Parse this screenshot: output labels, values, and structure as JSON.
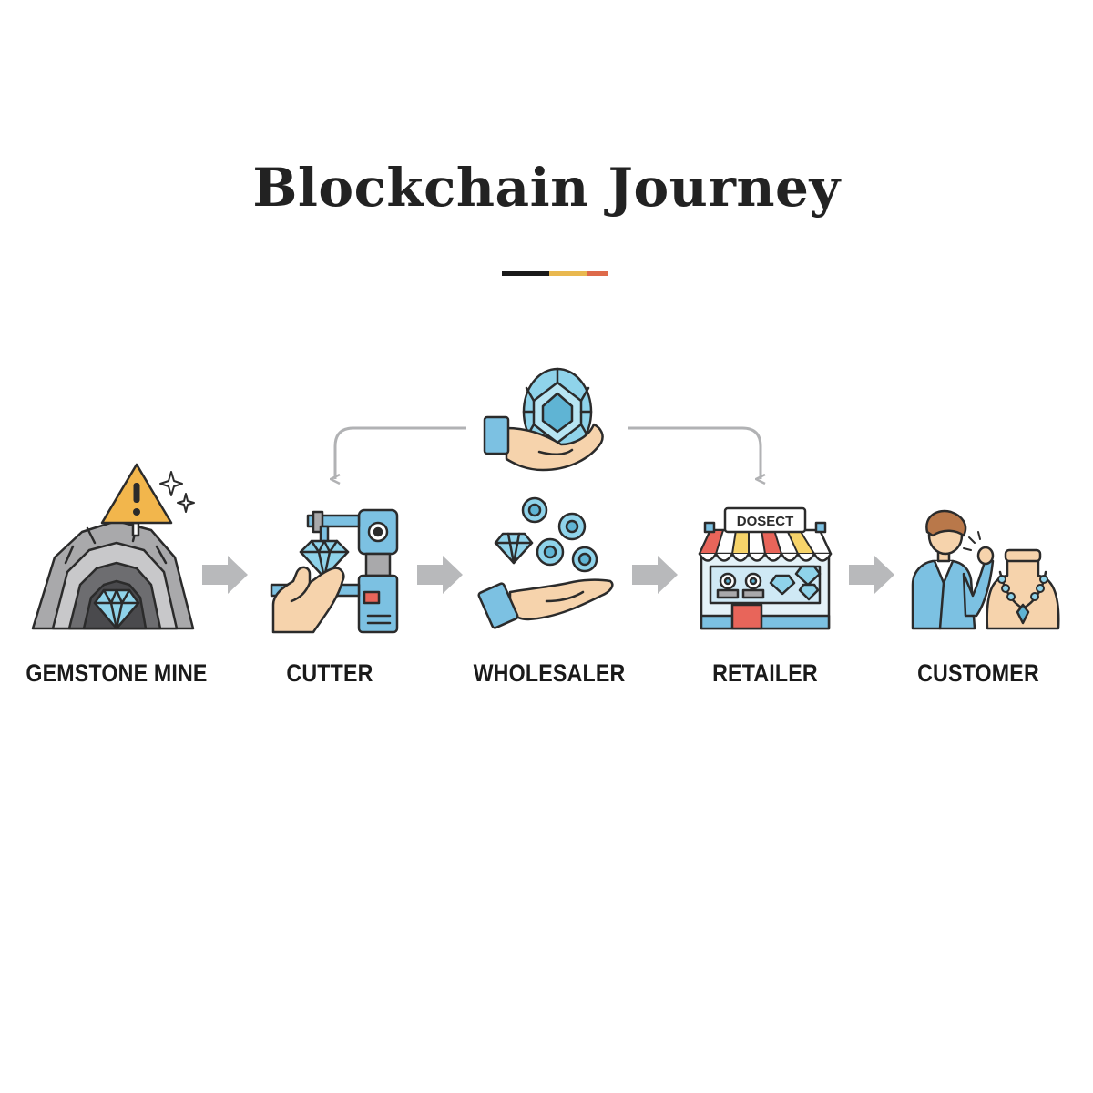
{
  "title": "Blockchain Journey",
  "colors": {
    "rule": [
      "#1a1a1a",
      "#e9b84f",
      "#de6a4a"
    ],
    "outline": "#2b2b2b",
    "gem": "#8fd3ea",
    "gem_dark": "#5fb4d4",
    "rock": "#a9a9ab",
    "rock_dark": "#6d6d70",
    "skin": "#f6d3ac",
    "sleeve": "#7cc1e2",
    "warning": "#f2b64c",
    "awning_red": "#e8655a",
    "awning_yellow": "#f7d46a",
    "flow_arrow": "#b8b9bb",
    "loop_arrow": "#b1b2b4"
  },
  "stages": [
    {
      "label": "GEMSTONE MINE",
      "icon": "gemstone-mine-icon"
    },
    {
      "label": "CUTTER",
      "icon": "cutter-icon"
    },
    {
      "label": "WHOLESALER",
      "icon": "wholesaler-icon"
    },
    {
      "label": "RETAILER",
      "icon": "retailer-icon"
    },
    {
      "label": "CUSTOMER",
      "icon": "customer-icon"
    }
  ],
  "loop": {
    "icon": "gem-in-hand-icon"
  },
  "retailer_sign": "DOSECT"
}
